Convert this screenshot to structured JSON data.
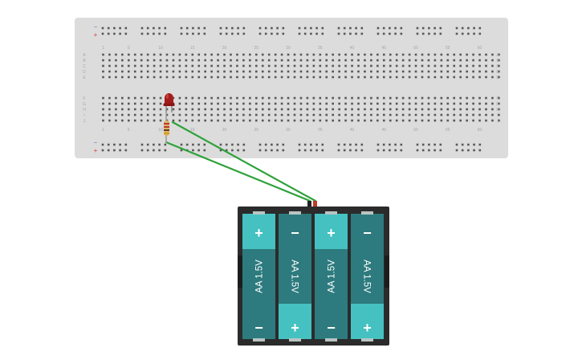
{
  "canvas": {
    "background": "#ffffff"
  },
  "breadboard": {
    "colors": {
      "body": "#dcdcdc",
      "hole": "#575757",
      "label": "#a6a6a6",
      "rail_minus": "#4a7fc0",
      "rail_plus": "#d23b3b"
    },
    "rail_minus_symbol": "−",
    "rail_plus_symbol": "+",
    "row_labels_top": [
      "A",
      "B",
      "C",
      "D",
      "E"
    ],
    "row_labels_bottom": [
      "F",
      "G",
      "H",
      "I",
      "J"
    ],
    "column_numbers": [
      "1",
      "5",
      "10",
      "15",
      "20",
      "25",
      "30",
      "35",
      "40",
      "45",
      "50",
      "55",
      "60"
    ]
  },
  "led": {
    "color": "#a51b1b",
    "name": "Red LED"
  },
  "resistor": {
    "body_color": "#d9b56e",
    "bands": [
      "#c0392b",
      "#c0392b",
      "#6b3a1a",
      "#d4a017"
    ]
  },
  "wires": {
    "color": "#2fa23a"
  },
  "battery_pack": {
    "case_color": "#2b2b2b",
    "cell_color": "#2d7b7e",
    "cap_color": "#45c1c1",
    "cells": [
      {
        "label": "AA 1.5V",
        "top_symbol": "+",
        "bottom_symbol": "−",
        "orientation": "up"
      },
      {
        "label": "AA 1.5V",
        "top_symbol": "−",
        "bottom_symbol": "+",
        "orientation": "down"
      },
      {
        "label": "AA 1.5V",
        "top_symbol": "+",
        "bottom_symbol": "−",
        "orientation": "up"
      },
      {
        "label": "AA 1.5V",
        "top_symbol": "−",
        "bottom_symbol": "+",
        "orientation": "down"
      }
    ],
    "terminal_colors": {
      "negative": "#222222",
      "positive": "#c0392b"
    }
  }
}
